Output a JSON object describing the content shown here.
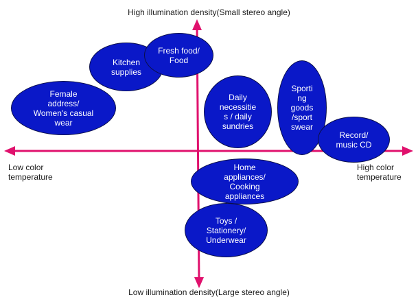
{
  "axes": {
    "top_label": "High illumination  density(Small stereo angle)",
    "bottom_label": "Low illumination  density(Large stereo angle)",
    "left_label": [
      "Low color",
      "temperature"
    ],
    "right_label": [
      "High color",
      "temperature"
    ],
    "arrow_color": "#e0116d"
  },
  "bubble_color": "#0a18c8",
  "bubbles": [
    {
      "id": "female-address",
      "text": "Female\naddress/\nWomen's casual\nwear"
    },
    {
      "id": "kitchen-supplies",
      "text": "Kitchen\nsupplies"
    },
    {
      "id": "fresh-food",
      "text": "Fresh food/\nFood"
    },
    {
      "id": "daily-necessities",
      "text": "Daily\nnecessitie\ns / daily\nsundries"
    },
    {
      "id": "sporting-goods",
      "text": "Sporti\nng\ngoods\n/sport\nswear"
    },
    {
      "id": "record-music",
      "text": "Record/\nmusic CD"
    },
    {
      "id": "home-appliances",
      "text": "Home\nappliances/\nCooking\nappliances"
    },
    {
      "id": "toys-stationery",
      "text": "Toys /\nStationery/\nUnderwear"
    }
  ]
}
